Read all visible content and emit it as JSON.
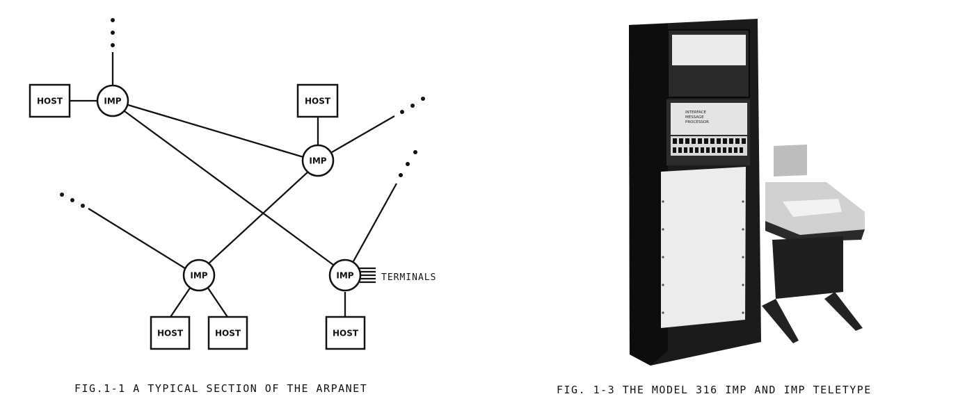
{
  "figure_left": {
    "caption": "FIG.1-1  A TYPICAL SECTION OF THE ARPANET",
    "imp_label": "IMP",
    "host_label": "HOST",
    "terminals_label": "TERMINALS"
  },
  "figure_right": {
    "caption": "FIG. 1-3 THE MODEL 316 IMP AND IMP TELETYPE",
    "panel_text_line1": "INTERFACE",
    "panel_text_line2": "MESSAGE",
    "panel_text_line3": "PROCESSOR"
  },
  "colors": {
    "ink": "#111111",
    "paper": "#ffffff",
    "cabinet": "#1c1c1c",
    "panel": "#e9e9e9"
  }
}
